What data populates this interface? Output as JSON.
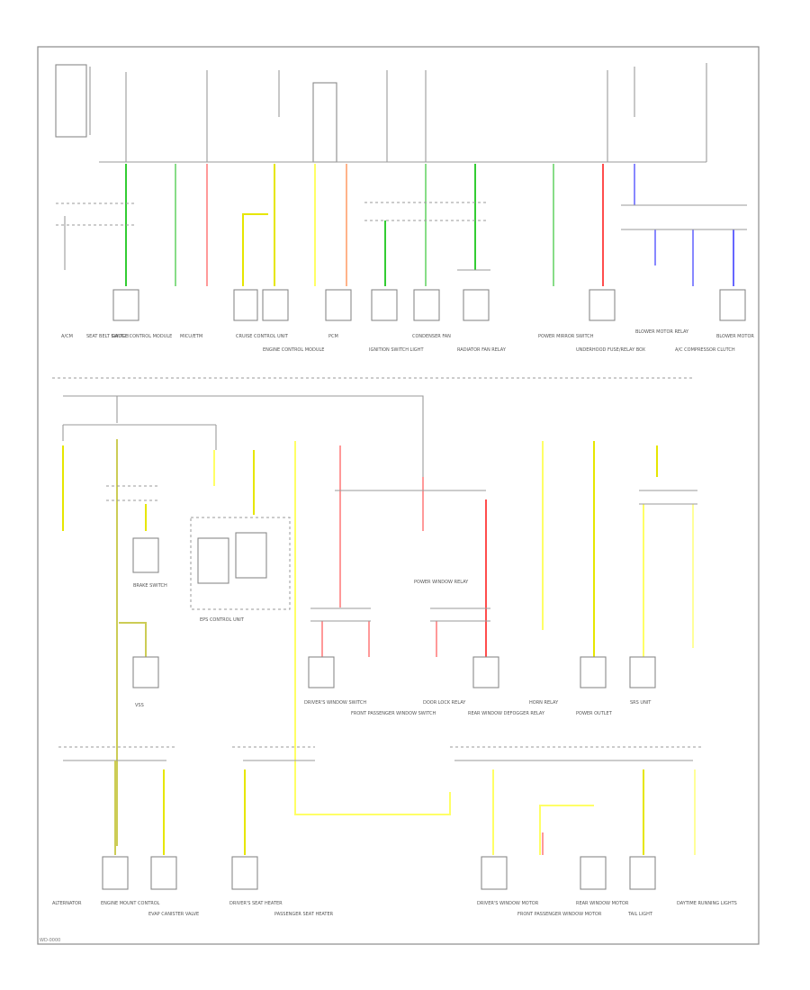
{
  "diagram": {
    "colors": {
      "green": "#33cc33",
      "yellow": "#e6e600",
      "red": "#ff4d4d",
      "pink": "#ff9999",
      "peach": "#ffb38a",
      "blue": "#6666ff",
      "olive": "#cccc55",
      "gray": "#9a9a9a"
    },
    "components": [
      {
        "id": "c1",
        "cap": "A/CM"
      },
      {
        "id": "c2",
        "cap": "SEAT BELT SWITCH"
      },
      {
        "id": "c3",
        "cap": "GAUGE CONTROL MODULE"
      },
      {
        "id": "c4",
        "cap": "MICU/ETM"
      },
      {
        "id": "c5",
        "cap": "CRUISE CONTROL UNIT"
      },
      {
        "id": "c6",
        "cap": "ENGINE CONTROL MODULE"
      },
      {
        "id": "c7",
        "cap": "PCM"
      },
      {
        "id": "c8",
        "cap": "IGNITION SWITCH LIGHT"
      },
      {
        "id": "c9",
        "cap": "CONDENSER FAN"
      },
      {
        "id": "c10",
        "cap": "RADIATOR FAN RELAY"
      },
      {
        "id": "c11",
        "cap": "POWER MIRROR SWITCH"
      },
      {
        "id": "c12",
        "cap": "UNDERHOOD FUSE/RELAY BOX"
      },
      {
        "id": "c13",
        "cap": "BLOWER MOTOR RELAY"
      },
      {
        "id": "c14",
        "cap": "A/C COMPRESSOR CLUTCH"
      },
      {
        "id": "c15",
        "cap": "BLOWER MOTOR"
      },
      {
        "id": "c16",
        "cap": "EPS CONTROL UNIT"
      },
      {
        "id": "c17",
        "cap": "BRAKE SWITCH"
      },
      {
        "id": "c18",
        "cap": "VSS"
      },
      {
        "id": "c19",
        "cap": "POWER WINDOW RELAY"
      },
      {
        "id": "c20",
        "cap": "DRIVER'S WINDOW SWITCH"
      },
      {
        "id": "c21",
        "cap": "FRONT PASSENGER WINDOW SWITCH"
      },
      {
        "id": "c22",
        "cap": "DOOR LOCK RELAY"
      },
      {
        "id": "c23",
        "cap": "REAR WINDOW DEFOGGER RELAY"
      },
      {
        "id": "c24",
        "cap": "HORN RELAY"
      },
      {
        "id": "c25",
        "cap": "POWER OUTLET"
      },
      {
        "id": "c26",
        "cap": "SRS UNIT"
      },
      {
        "id": "c27",
        "cap": "ALTERNATOR"
      },
      {
        "id": "c28",
        "cap": "ENGINE MOUNT CONTROL"
      },
      {
        "id": "c29",
        "cap": "EVAP CANISTER VALVE"
      },
      {
        "id": "c30",
        "cap": "DRIVER'S SEAT HEATER"
      },
      {
        "id": "c31",
        "cap": "PASSENGER SEAT HEATER"
      },
      {
        "id": "c32",
        "cap": "DRIVER'S WINDOW MOTOR"
      },
      {
        "id": "c33",
        "cap": "FRONT PASSENGER WINDOW MOTOR"
      },
      {
        "id": "c34",
        "cap": "REAR WINDOW MOTOR"
      },
      {
        "id": "c35",
        "cap": "TAIL LIGHT"
      },
      {
        "id": "c36",
        "cap": "DAYTIME RUNNING LIGHTS"
      }
    ],
    "footer_code": "WD-0000"
  }
}
